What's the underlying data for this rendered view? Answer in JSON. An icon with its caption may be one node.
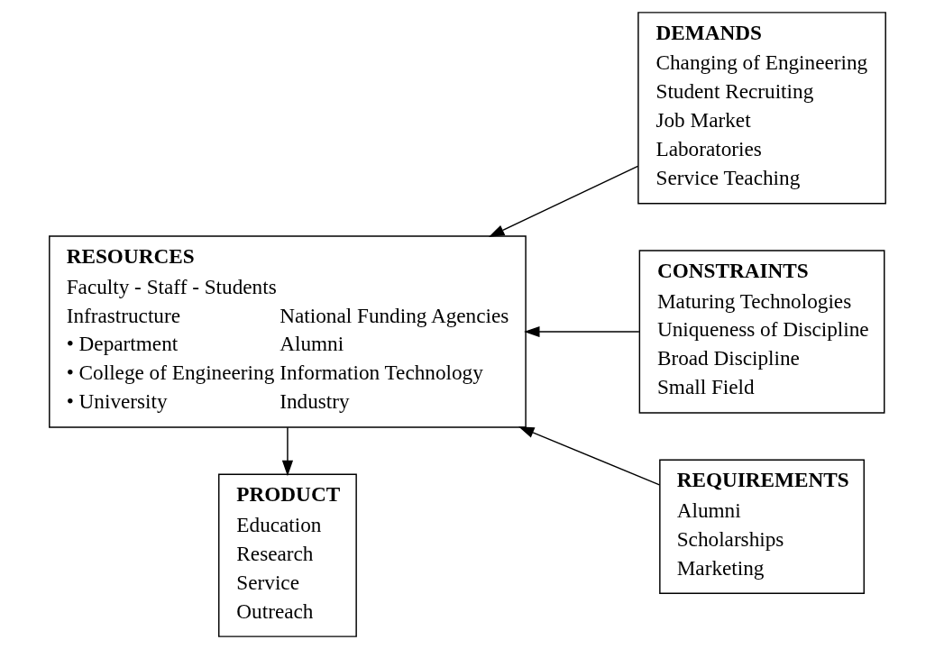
{
  "diagram": {
    "nodes": [
      {
        "text": [
          "RESOURCES",
          "Faculty - Staff - Students",
          "Infrastructure",
          "• Department",
          "• College of Engineering",
          "• University",
          "National Funding Agencies",
          "Alumni",
          "Information Technology",
          "Industry"
        ]
      },
      {
        "text": [
          "DEMANDS",
          "Changing of Engineering",
          "Student Recruiting",
          "Job Market",
          "Laboratories",
          "Service Teaching"
        ]
      },
      {
        "text": [
          "CONSTRAINTS",
          "Maturing Technologies",
          "Uniqueness of Discipline",
          "Broad Discipline",
          "Small Field"
        ]
      },
      {
        "text": [
          "REQUIREMENTS",
          "Alumni",
          "Scholarships",
          "Marketing"
        ]
      },
      {
        "text": [
          "PRODUCT",
          "Education",
          "Research",
          "Service",
          "Outreach"
        ]
      }
    ],
    "edges": [
      {
        "from": 0,
        "to": 4,
        "arrow": "to"
      },
      {
        "from": 1,
        "to": 0,
        "arrow": "to"
      },
      {
        "from": 2,
        "to": 0,
        "arrow": "to"
      },
      {
        "from": 3,
        "to": 0,
        "arrow": "to"
      }
    ]
  }
}
